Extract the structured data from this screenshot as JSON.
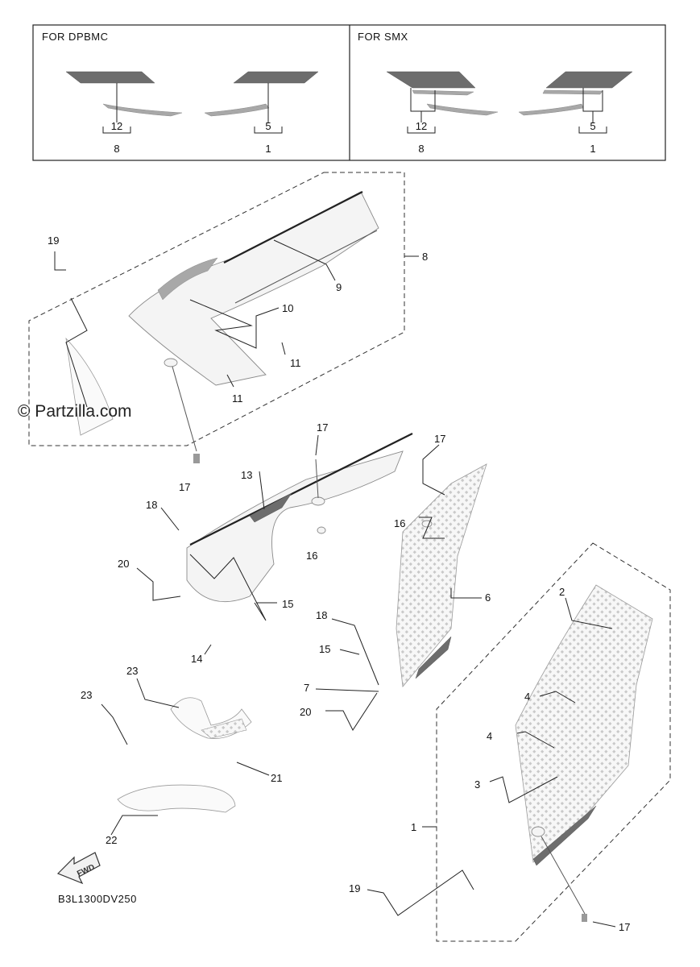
{
  "variants": [
    {
      "title": "FOR DPBMC",
      "refs": {
        "left_top": "12",
        "left_bottom": "8",
        "right_top": "5",
        "right_bottom": "1"
      }
    },
    {
      "title": "FOR SMX",
      "refs": {
        "left_top": "12",
        "left_bottom": "8",
        "right_top": "5",
        "right_bottom": "1"
      }
    }
  ],
  "callouts": {
    "c19a": "19",
    "c8": "8",
    "c9": "9",
    "c10": "10",
    "c11a": "11",
    "c11b": "11",
    "c17a": "17",
    "c17b": "17",
    "c17c": "17",
    "c17d": "17",
    "c13": "13",
    "c18a": "18",
    "c18b": "18",
    "c16a": "16",
    "c16b": "16",
    "c20a": "20",
    "c20b": "20",
    "c15a": "15",
    "c15b": "15",
    "c14": "14",
    "c6": "6",
    "c7": "7",
    "c23a": "23",
    "c23b": "23",
    "c21": "21",
    "c22": "22",
    "c2": "2",
    "c4a": "4",
    "c4b": "4",
    "c3": "3",
    "c1": "1",
    "c19b": "19"
  },
  "watermark": "© Partzilla.com",
  "fwd_label": "FWD",
  "diagram_code": "B3L1300DV250",
  "colors": {
    "line": "#222222",
    "decal": "#6d6d6d",
    "part_outline": "#8a8a8a"
  }
}
